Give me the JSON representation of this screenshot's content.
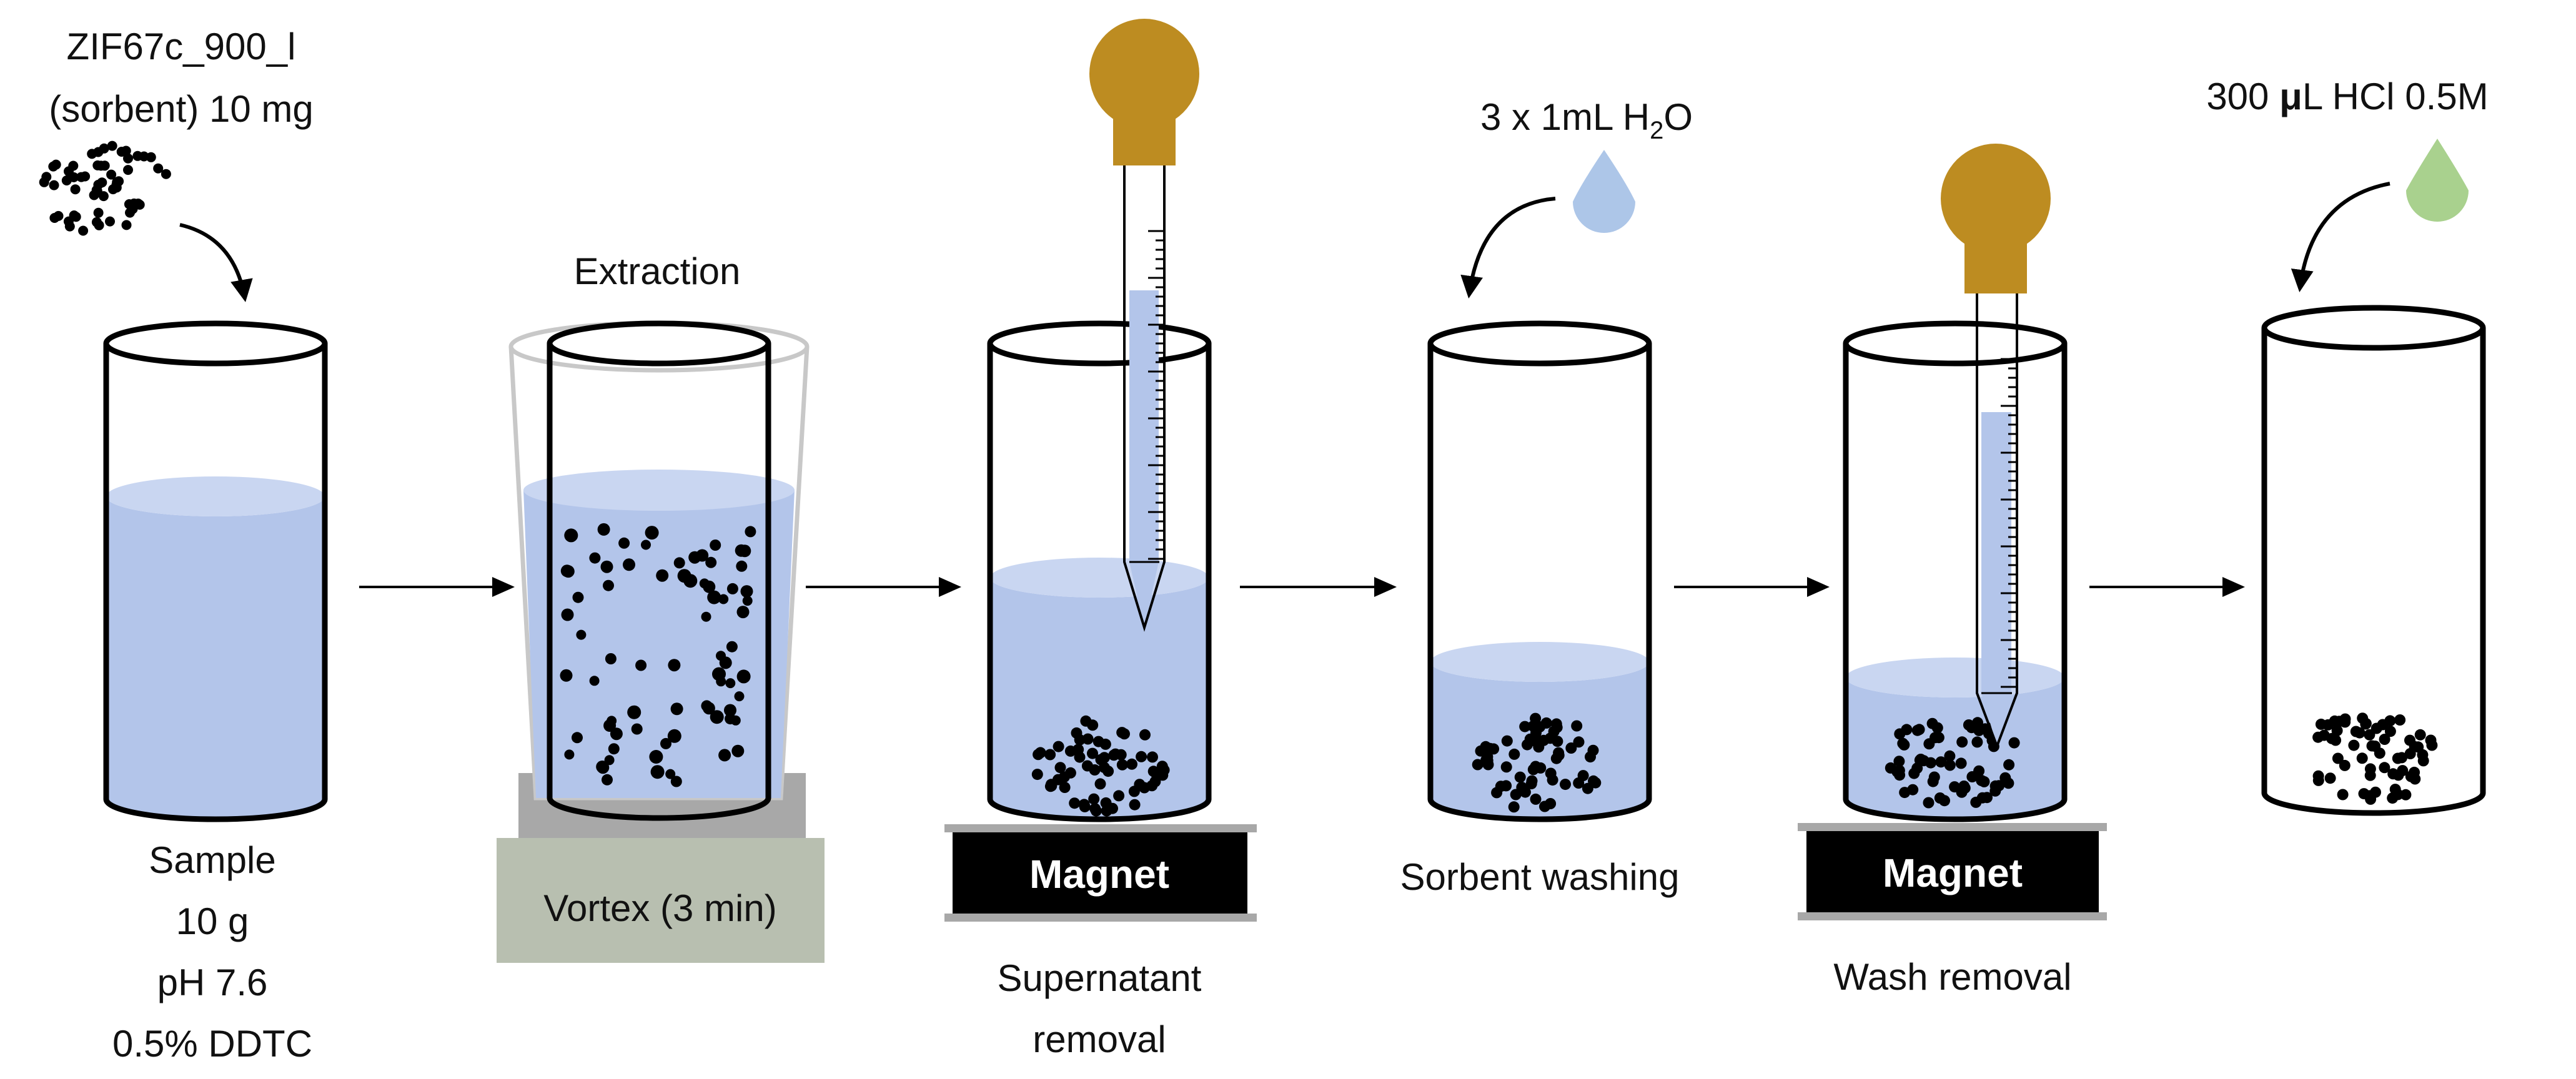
{
  "colors": {
    "liquid": "#b3c5ea",
    "liquid_top": "#c9d6f1",
    "water_drop": "#adc6e8",
    "acid_drop": "#a9d18e",
    "bulb": "#bd8c21",
    "stand_top": "#a8a8a8",
    "stand_base": "#b8bfb0",
    "magnet": "#000000"
  },
  "sorbent": {
    "name": "ZIF67c_900_l",
    "role_amount": "(sorbent) 10 mg"
  },
  "sample": {
    "label": "Sample",
    "mass": "10 g",
    "ph": "pH 7.6",
    "additive": "0.5% DDTC"
  },
  "extraction": {
    "title": "Extraction",
    "vortex_label": "Vortex (3 min)"
  },
  "supernatant": {
    "magnet_label": "Magnet",
    "caption_line1": "Supernatant",
    "caption_line2": "removal"
  },
  "washing": {
    "reagent_main": "3 x 1mL H",
    "reagent_sub": "2",
    "reagent_end": "O",
    "caption": "Sorbent washing"
  },
  "wash_removal": {
    "magnet_label": "Magnet",
    "caption": "Wash removal"
  },
  "elution": {
    "reagent_amount": "300 ",
    "reagent_unit_mu": "μ",
    "reagent_rest": "L HCl 0.5M"
  },
  "step_icons": {
    "sorbent_particles": "particle-cluster-icon",
    "pipette": "graduated-pipette-icon",
    "water_drop": "water-drop-icon",
    "acid_drop": "acid-drop-icon",
    "arrow": "right-arrow-icon"
  }
}
